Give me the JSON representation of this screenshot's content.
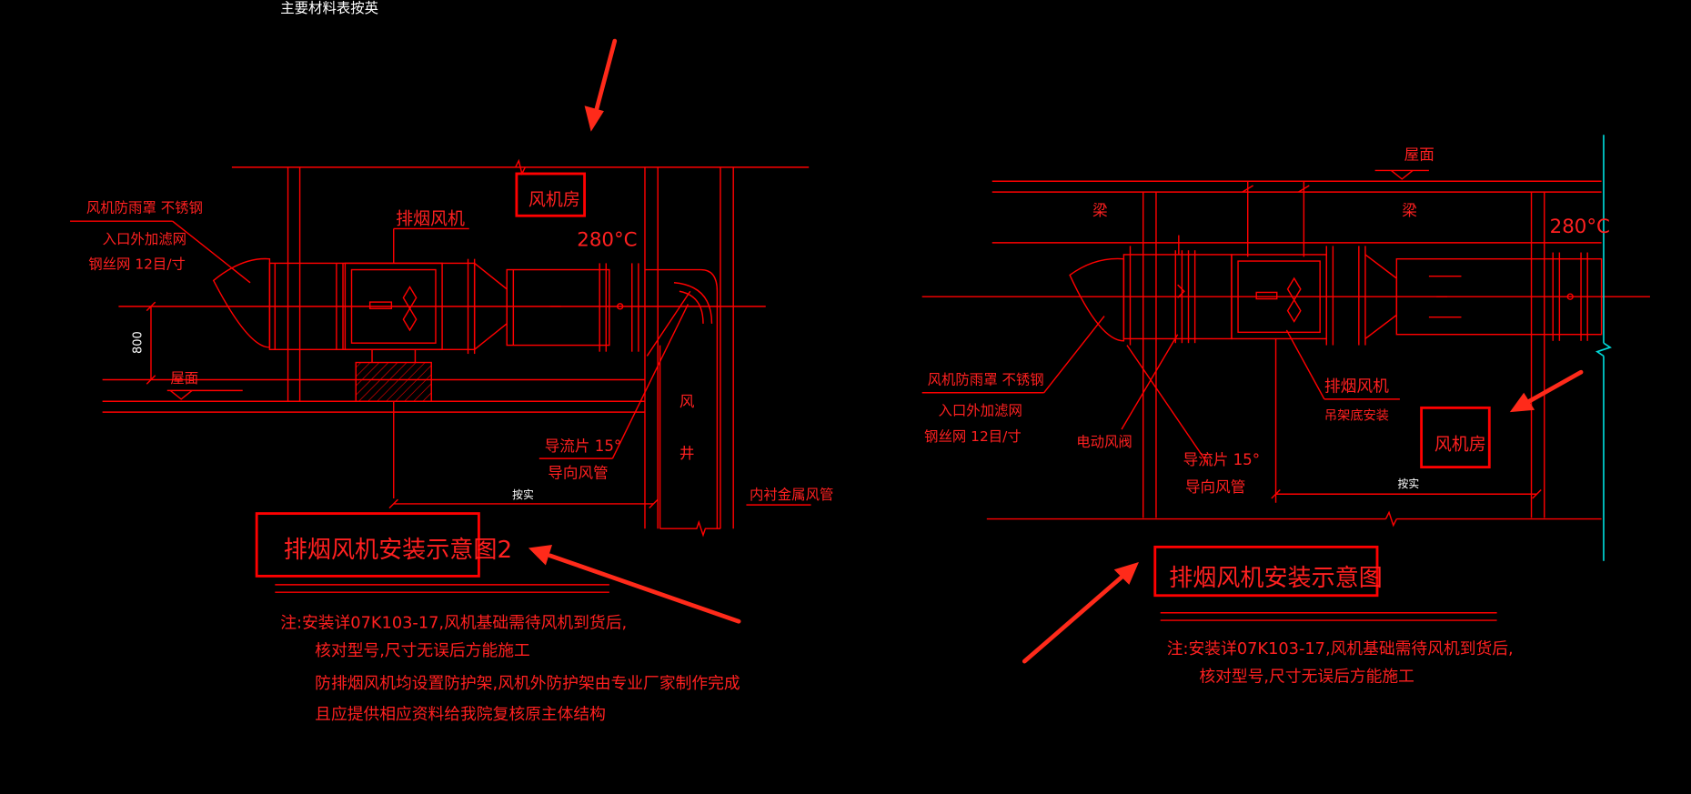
{
  "colors": {
    "background": "#000000",
    "line": "#ff0000",
    "text": "#ff2020",
    "box": "#ff0000",
    "arrow": "#ff2a1a",
    "edge": "#00d8d8",
    "top_text": "#ffffff"
  },
  "top_text": "主要材料表按英",
  "left": {
    "temp": "280°C",
    "fan_room": "风机房",
    "fan_label": "排烟风机",
    "rain_cap_1": "风机防雨罩 不锈钢",
    "rain_cap_2": "入口外加滤网",
    "rain_cap_3": "钢丝网 12目/寸",
    "height_dim": "800",
    "roof": "屋面",
    "shaft_1": "风",
    "shaft_2": "井",
    "vane_1": "导流片 15°",
    "vane_2": "导向风管",
    "lining": "内衬金属风管",
    "dim_small": "按实",
    "title": "排烟风机安装示意图2",
    "note_1": "注:安装详07K103-17,风机基础需待风机到货后,",
    "note_2": "核对型号,尺寸无误后方能施工",
    "note_3": "防排烟风机均设置防护架,风机外防护架由专业厂家制作完成",
    "note_4": "且应提供相应资料给我院复核原主体结构"
  },
  "right": {
    "roof": "屋面",
    "beam_1": "梁",
    "beam_2": "梁",
    "temp": "280°C",
    "rain_cap_1": "风机防雨罩 不锈钢",
    "rain_cap_2": "入口外加滤网",
    "rain_cap_3": "钢丝网 12目/寸",
    "damper": "电动风阀",
    "vane_1": "导流片 15°",
    "vane_2": "导向风管",
    "fan_label": "排烟风机",
    "fan_sub": "吊架底安装",
    "fan_room": "风机房",
    "dim_small": "按实",
    "title": "排烟风机安装示意图",
    "note_1": "注:安装详07K103-17,风机基础需待风机到货后,",
    "note_2": "核对型号,尺寸无误后方能施工"
  }
}
